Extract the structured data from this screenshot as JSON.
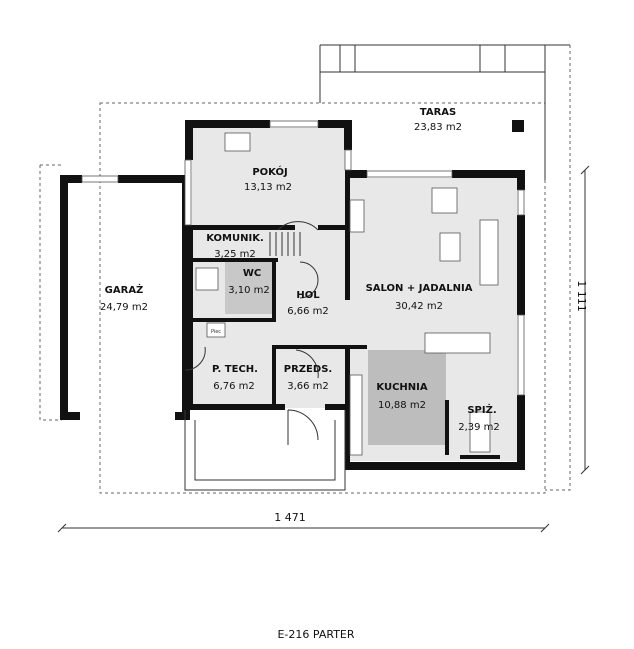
{
  "plan": {
    "title": "E-216 PARTER",
    "dimension_width": "1 471",
    "dimension_depth": "1 111",
    "colors": {
      "wall": "#111111",
      "floor": "#e8e8e8",
      "kitchen": "#bdbdbd"
    },
    "rooms": [
      {
        "name": "TARAS",
        "area": "23,83 m2"
      },
      {
        "name": "POKÓJ",
        "area": "13,13 m2"
      },
      {
        "name": "KOMUNIK.",
        "area": "3,25 m2"
      },
      {
        "name": "WC",
        "area": "3,10 m2"
      },
      {
        "name": "HOL",
        "area": "6,66 m2"
      },
      {
        "name": "GARAŻ",
        "area": "24,79 m2"
      },
      {
        "name": "SALON + JADALNIA",
        "area": "30,42 m2"
      },
      {
        "name": "P. TECH.",
        "area": "6,76 m2"
      },
      {
        "name": "PRZEDS.",
        "area": "3,66 m2"
      },
      {
        "name": "KUCHNIA",
        "area": "10,88 m2"
      },
      {
        "name": "SPIŻ.",
        "area": "2,39 m2"
      }
    ],
    "appliance_label": "Piec"
  }
}
